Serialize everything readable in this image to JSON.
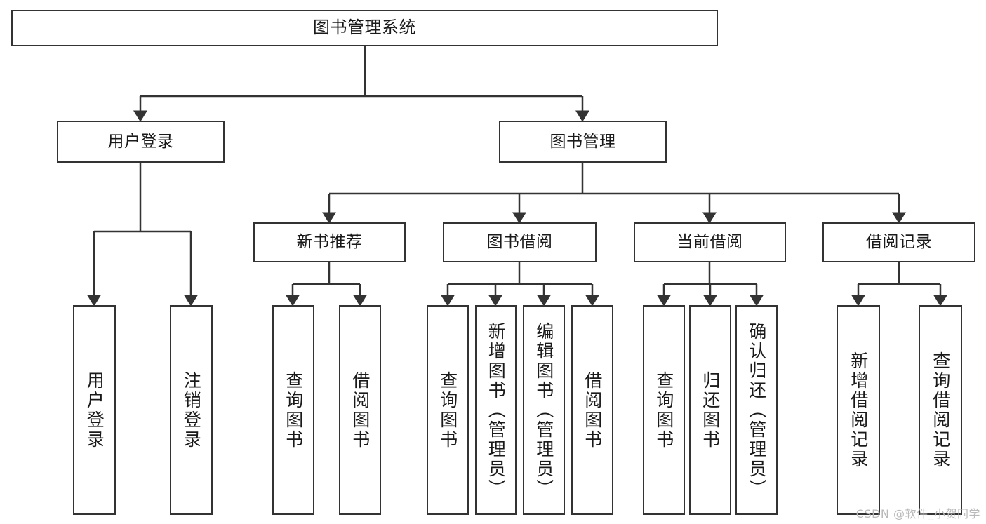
{
  "diagram": {
    "type": "tree",
    "title": "图书管理系统",
    "root": {
      "label": "图书管理系统"
    },
    "level2": [
      {
        "label": "用户登录"
      },
      {
        "label": "图书管理"
      }
    ],
    "level3": [
      {
        "label": "新书推荐"
      },
      {
        "label": "图书借阅"
      },
      {
        "label": "当前借阅"
      },
      {
        "label": "借阅记录"
      }
    ],
    "leaves": {
      "user_login": [
        {
          "label": "用户登录"
        },
        {
          "label": "注销登录"
        }
      ],
      "new_book_recommend": [
        {
          "label": "查询图书"
        },
        {
          "label": "借阅图书"
        }
      ],
      "book_borrow": [
        {
          "label": "查询图书"
        },
        {
          "label": "新增图书（管理员）"
        },
        {
          "label": "编辑图书（管理员）"
        },
        {
          "label": "借阅图书"
        }
      ],
      "current_borrow": [
        {
          "label": "查询图书"
        },
        {
          "label": "归还图书"
        },
        {
          "label": "确认归还（管理员）"
        }
      ],
      "borrow_records": [
        {
          "label": "新增借阅记录"
        },
        {
          "label": "查询借阅记录"
        }
      ]
    }
  },
  "colors": {
    "border": "#333333",
    "fill": "#ffffff",
    "text": "#1a1a1a",
    "watermark": "#b9b9b9"
  },
  "watermark": {
    "text": "CSDN @软件_小贺同学"
  }
}
